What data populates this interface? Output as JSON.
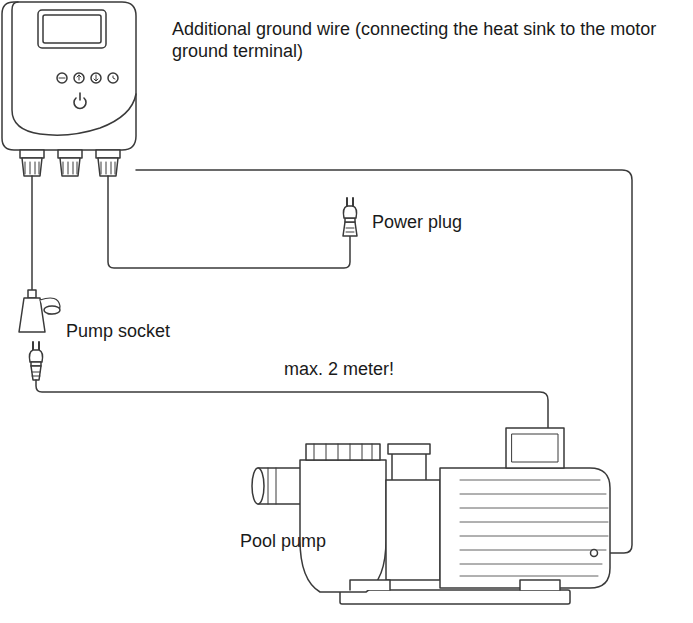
{
  "diagram": {
    "labels": [
      "Additional ground wire (connecting the heat sink to the motor ground terminal)",
      "Power plug",
      "Pump socket",
      "max. 2 meter!",
      "Pool pump"
    ]
  }
}
